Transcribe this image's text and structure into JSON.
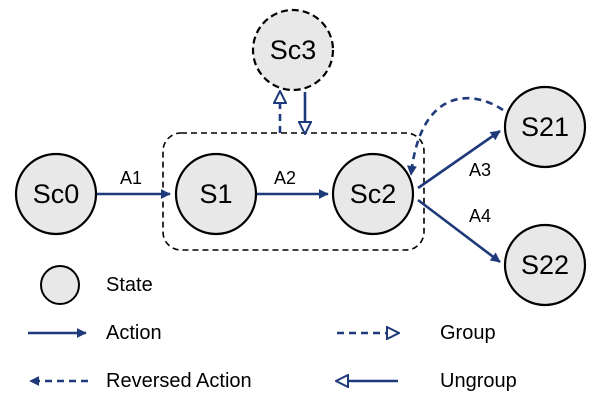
{
  "diagram": {
    "nodes": {
      "sc0": "Sc0",
      "s1": "S1",
      "sc2": "Sc2",
      "sc3": "Sc3",
      "s21": "S21",
      "s22": "S22"
    },
    "edges": {
      "a1": "A1",
      "a2": "A2",
      "a3": "A3",
      "a4": "A4"
    },
    "colors": {
      "edge": "#1f3a7a",
      "node_fill": "#e8e8e8"
    }
  },
  "legend": {
    "state": "State",
    "action": "Action",
    "reversed_action": "Reversed Action",
    "group": "Group",
    "ungroup": "Ungroup"
  }
}
